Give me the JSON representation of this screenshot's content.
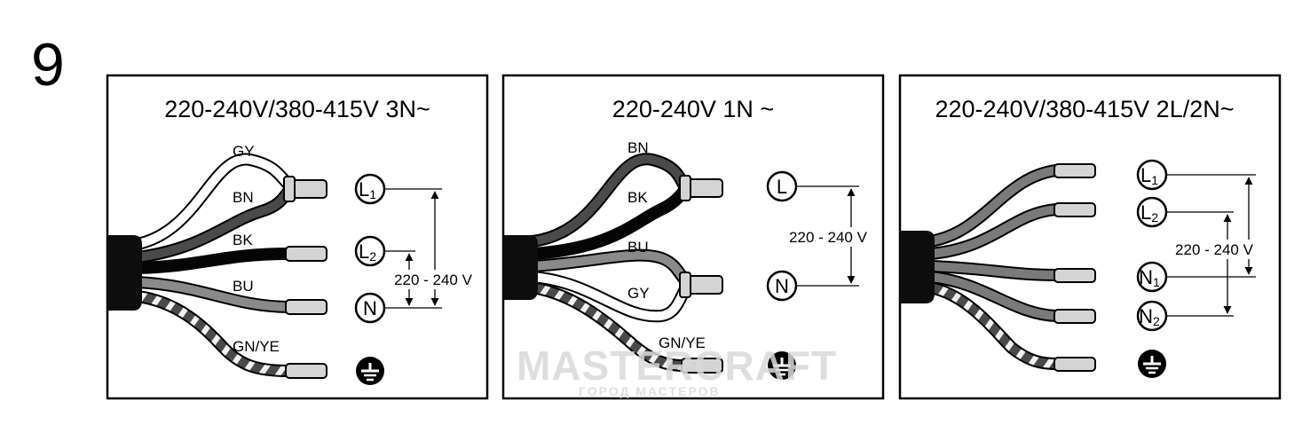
{
  "figure_number": "9",
  "colors": {
    "GY": "#ffffff",
    "BN": "#4a4a4a",
    "BK": "#050505",
    "BU": "#8a8a8a",
    "GNYE": "#6a6a6a",
    "stripe": "#f2f2f2",
    "sheath": "#0d0d0d",
    "ferrule": "#d4d4d4"
  },
  "icons": {
    "terminal": "circle-terminal-icon",
    "earth": "earth-ground-icon",
    "dimension": "dimension-arrow-icon"
  },
  "panels": [
    {
      "title": "220-240V/380-415V 3N~",
      "wire_labels": [
        "GY",
        "BN",
        "BK",
        "BU",
        "GN/YE"
      ],
      "terminals": [
        {
          "main": "L",
          "sub": "1"
        },
        {
          "main": "L",
          "sub": "2"
        },
        {
          "main": "N",
          "sub": ""
        }
      ],
      "dimension_label": "220 - 240 V"
    },
    {
      "title": "220-240V 1N ~",
      "wire_labels": [
        "BN",
        "BK",
        "BU",
        "GY",
        "GN/YE"
      ],
      "terminals": [
        {
          "main": "L",
          "sub": ""
        },
        {
          "main": "N",
          "sub": ""
        }
      ],
      "dimension_label": "220 - 240 V"
    },
    {
      "title": "220-240V/380-415V 2L/2N~",
      "wire_labels": [],
      "terminals": [
        {
          "main": "L",
          "sub": "1"
        },
        {
          "main": "L",
          "sub": "2"
        },
        {
          "main": "N",
          "sub": "1"
        },
        {
          "main": "N",
          "sub": "2"
        }
      ],
      "dimension_label": "220 - 240 V"
    }
  ],
  "watermark": {
    "main": "MASTERCRAFT",
    "sub": "ГОРОД МАСТЕРОВ"
  }
}
